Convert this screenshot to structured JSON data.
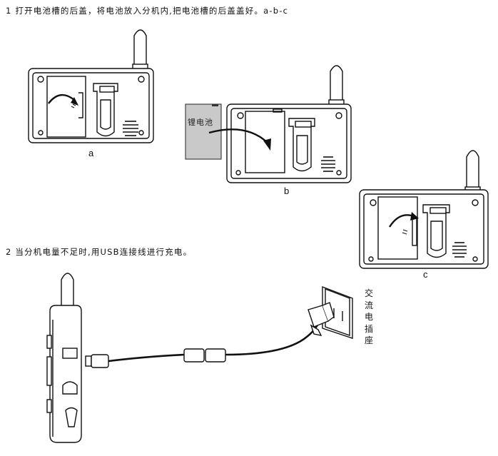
{
  "instructions": {
    "step1": "1 打开电池槽的后盖，将电池放入分机内,把电池槽的后盖盖好。a-b-c",
    "step2": "2 当分机电量不足时,用USB连接线进行充电。"
  },
  "figure_labels": {
    "a": "a",
    "b": "b",
    "c": "c",
    "battery": "锂电池"
  },
  "socket_label_chars": [
    "交",
    "流",
    "电",
    "插",
    "座"
  ]
}
